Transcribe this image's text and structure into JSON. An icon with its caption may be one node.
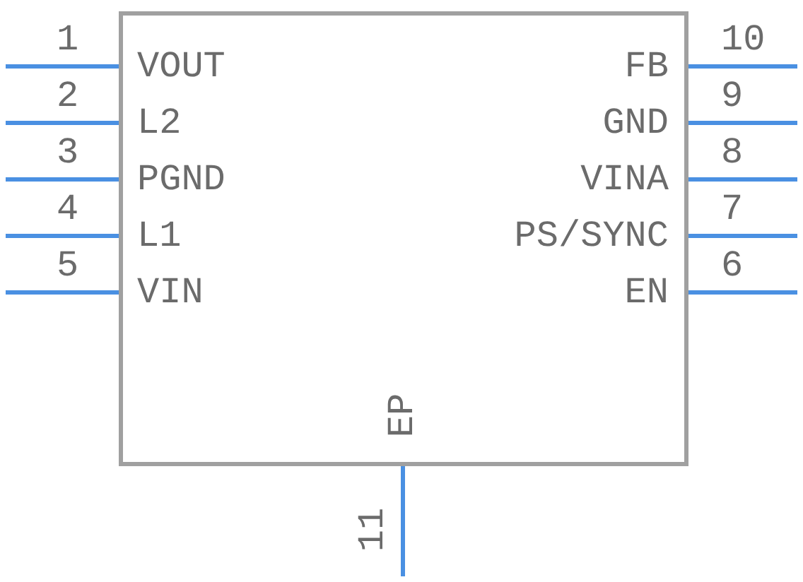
{
  "diagram": {
    "nodes": [
      {
        "text": [
          "VOUT",
          "FB",
          "L2",
          "GND",
          "PGND",
          "VINA",
          "L1",
          "PS/SYNC",
          "VIN",
          "EN",
          "EP"
        ]
      }
    ],
    "labels": [
      "1",
      "10",
      "2",
      "9",
      "3",
      "8",
      "4",
      "7",
      "5",
      "6",
      "11"
    ]
  }
}
